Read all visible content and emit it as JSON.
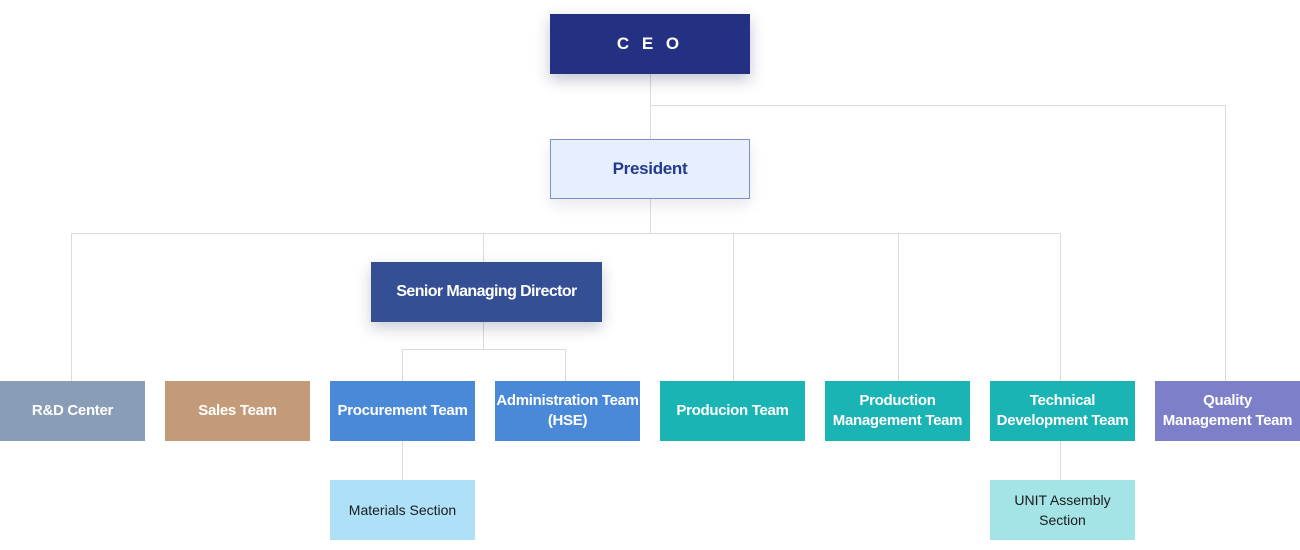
{
  "chart": {
    "ceo": "C E O",
    "president": "President",
    "senior_managing_director": "Senior Managing Director",
    "teams": {
      "rd_center": "R&D Center",
      "sales": "Sales Team",
      "procurement": "Procurement Team",
      "administration_line1": "Administration Team",
      "administration_line2": "(HSE)",
      "producion": "Producion Team",
      "production_management_line1": "Production",
      "production_management_line2": "Management Team",
      "technical_development_line1": "Technical",
      "technical_development_line2": "Development Team",
      "quality_management_line1": "Quality",
      "quality_management_line2": "Management Team"
    },
    "sections": {
      "materials": "Materials Section",
      "unit_assembly_line1": "UNIT Assembly",
      "unit_assembly_line2": "Section"
    }
  },
  "colors": {
    "ceo": "#243182",
    "president_bg": "#e6effd",
    "senior_managing_director": "#354f95",
    "rd_center": "#8a9db6",
    "sales": "#c49b78",
    "procurement_admin": "#4a88d8",
    "production_teams": "#1bb4b4",
    "quality": "#7d7fc9",
    "materials_section": "#aee0f7",
    "unit_section": "#a5e4e6",
    "connector": "#d9d9de"
  }
}
